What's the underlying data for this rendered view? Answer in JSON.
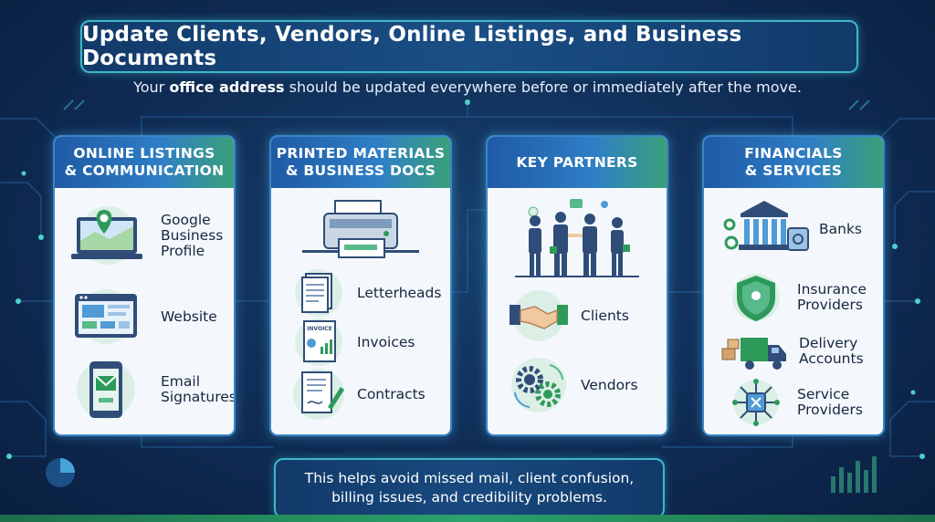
{
  "title": "Update Clients, Vendors, Online Listings, and Business Documents",
  "subtitle": {
    "before": "Your ",
    "emphasis": "office address",
    "after": " should be updated everywhere before or immediately after the move."
  },
  "cards": [
    {
      "header_line1": "ONLINE LISTINGS",
      "header_line2": "& COMMUNICATION",
      "items": [
        {
          "label_line1": "Google",
          "label_line2": "Business",
          "label_line3": "Profile",
          "icon": "map-pin-laptop-icon"
        },
        {
          "label_line1": "Website",
          "icon": "website-browser-icon"
        },
        {
          "label_line1": "Email",
          "label_line2": "Signatures",
          "icon": "email-phone-icon"
        }
      ]
    },
    {
      "header_line1": "PRINTED MATERIALS",
      "header_line2": "& BUSINESS DOCS",
      "items": [
        {
          "icon": "printer-icon"
        },
        {
          "label_line1": "Letterheads",
          "icon": "letterhead-icon"
        },
        {
          "label_line1": "Invoices",
          "icon": "invoice-icon",
          "icon_text": "INVOICE"
        },
        {
          "label_line1": "Contracts",
          "icon": "contract-pen-icon"
        }
      ]
    },
    {
      "header_line1": "KEY PARTNERS",
      "items": [
        {
          "icon": "business-people-icon"
        },
        {
          "label_line1": "Clients",
          "icon": "handshake-icon"
        },
        {
          "label_line1": "Vendors",
          "icon": "gears-icon"
        }
      ]
    },
    {
      "header_line1": "FINANCIALS",
      "header_line2": "& SERVICES",
      "items": [
        {
          "label_line1": "Banks",
          "icon": "bank-icon"
        },
        {
          "label_line1": "Insurance",
          "label_line2": "Providers",
          "icon": "shield-icon"
        },
        {
          "label_line1": "Delivery",
          "label_line2": "Accounts",
          "icon": "delivery-truck-icon"
        },
        {
          "label_line1": "Service",
          "label_line2": "Providers",
          "icon": "circuit-chip-icon"
        }
      ]
    }
  ],
  "footer": {
    "line1": "This helps avoid missed mail, client confusion,",
    "line2": "billing issues, and credibility problems."
  },
  "colors": {
    "background": "#0f2c55",
    "accent_teal": "#3fb8c9",
    "header_blue": "#2f7fc6",
    "header_green": "#3aa07a",
    "card_bg": "#f4f8fc",
    "label_text": "#15263f"
  }
}
